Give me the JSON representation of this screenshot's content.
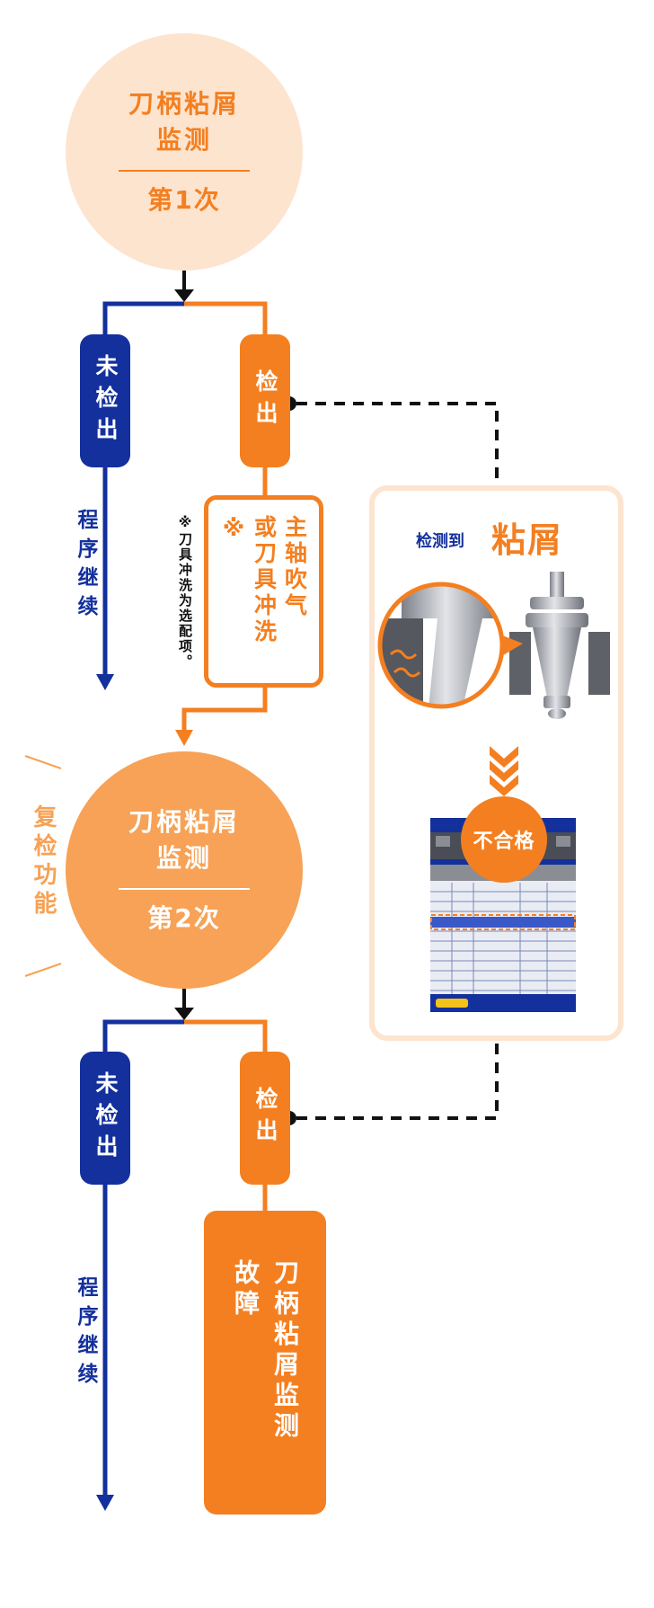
{
  "check1": {
    "title_line1": "刀柄粘屑",
    "title_line2": "监测",
    "count": "第1次"
  },
  "check2": {
    "title_line1": "刀柄粘屑",
    "title_line2": "监测",
    "count": "第2次"
  },
  "not_detected": "未检出",
  "detected": "检出",
  "continue_program": "程序继续",
  "action": {
    "line1": "主轴吹气",
    "line2": "或刀具冲洗",
    "mark": "※"
  },
  "note": "※刀具冲洗为选配项。",
  "recheck_label": "复检功能",
  "fault": {
    "line1": "刀柄粘屑监测",
    "line2": "故障"
  },
  "detection_panel": {
    "prefix": "检测到",
    "keyword": "粘屑",
    "reject_label": "不合格"
  },
  "colors": {
    "orange": "#f47f20",
    "light_orange": "#fde4cf",
    "mid_orange": "#f7a256",
    "blue": "#13309c",
    "black": "#111111"
  }
}
